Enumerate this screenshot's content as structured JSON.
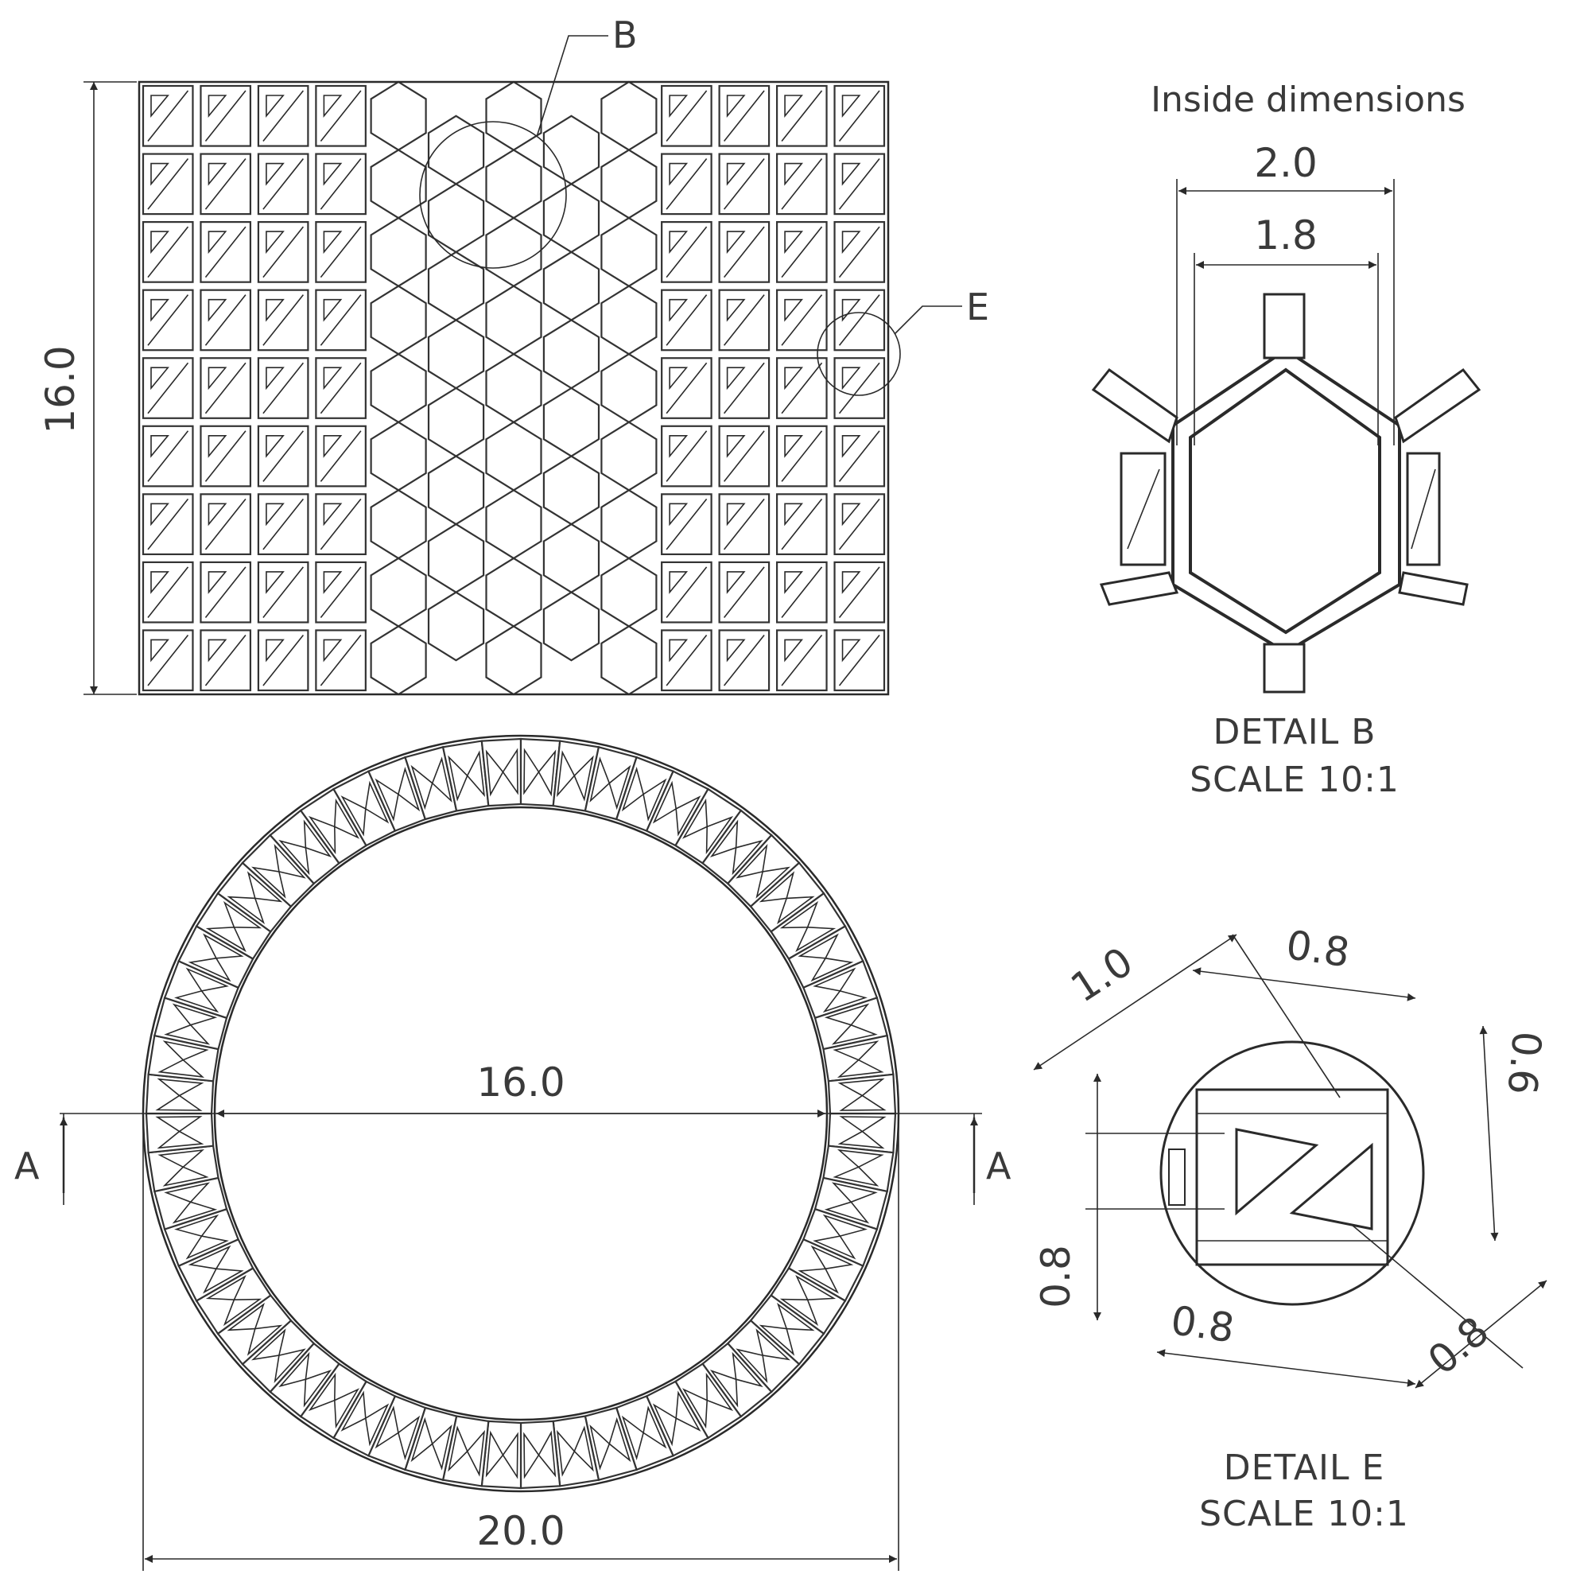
{
  "side_view": {
    "height_dim": "16.0",
    "callout_b": "B",
    "callout_e": "E"
  },
  "top_view": {
    "inner_dia_dim": "16.0",
    "outer_dia_dim": "20.0",
    "section_left": "A",
    "section_right": "A"
  },
  "detail_b": {
    "heading": "Inside dimensions",
    "dim_outer": "2.0",
    "dim_inner": "1.8",
    "title": "DETAIL B",
    "scale": "SCALE 10:1"
  },
  "detail_e": {
    "dim_1": "1.0",
    "dim_2": "0.8",
    "dim_3": "0.6",
    "dim_4": "0.8",
    "dim_5": "0.8",
    "dim_6": "0.8",
    "title": "DETAIL E",
    "scale": "SCALE 10:1"
  }
}
